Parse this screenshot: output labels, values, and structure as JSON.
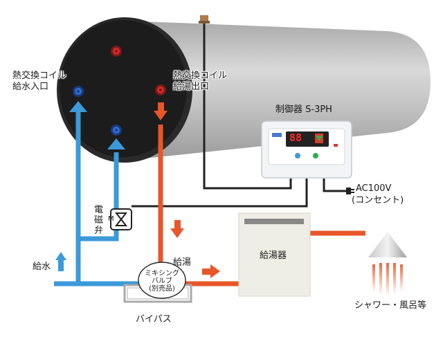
{
  "labels": {
    "coil_inlet_line1": "熱交換コイル",
    "coil_inlet_line2": "給水入口",
    "coil_outlet_line1": "熱交換コイル",
    "coil_outlet_line2": "給湯出口",
    "controller_title": "制御器 S-3PH",
    "controller_display": "88",
    "power_line1": "AC100V",
    "power_line2": "(コンセント)",
    "solenoid_1": "電",
    "solenoid_2": "磁",
    "solenoid_3": "弁",
    "solenoid_symbol": "M",
    "hot_water": "給湯",
    "water_supply": "給水",
    "water_heater": "給湯器",
    "mixing_line1": "ミキシング",
    "mixing_line2": "バルブ",
    "mixing_line3": "(別売品)",
    "bypass": "バイパス",
    "shower": "シャワー・風呂等"
  },
  "colors": {
    "cold_pipe": "#3b9ad9",
    "hot_pipe": "#e8562a",
    "cable": "#222222",
    "tank_body": "#b9b9b9",
    "tank_end": "#2a2a2a",
    "heater_box": "#efeee6"
  }
}
